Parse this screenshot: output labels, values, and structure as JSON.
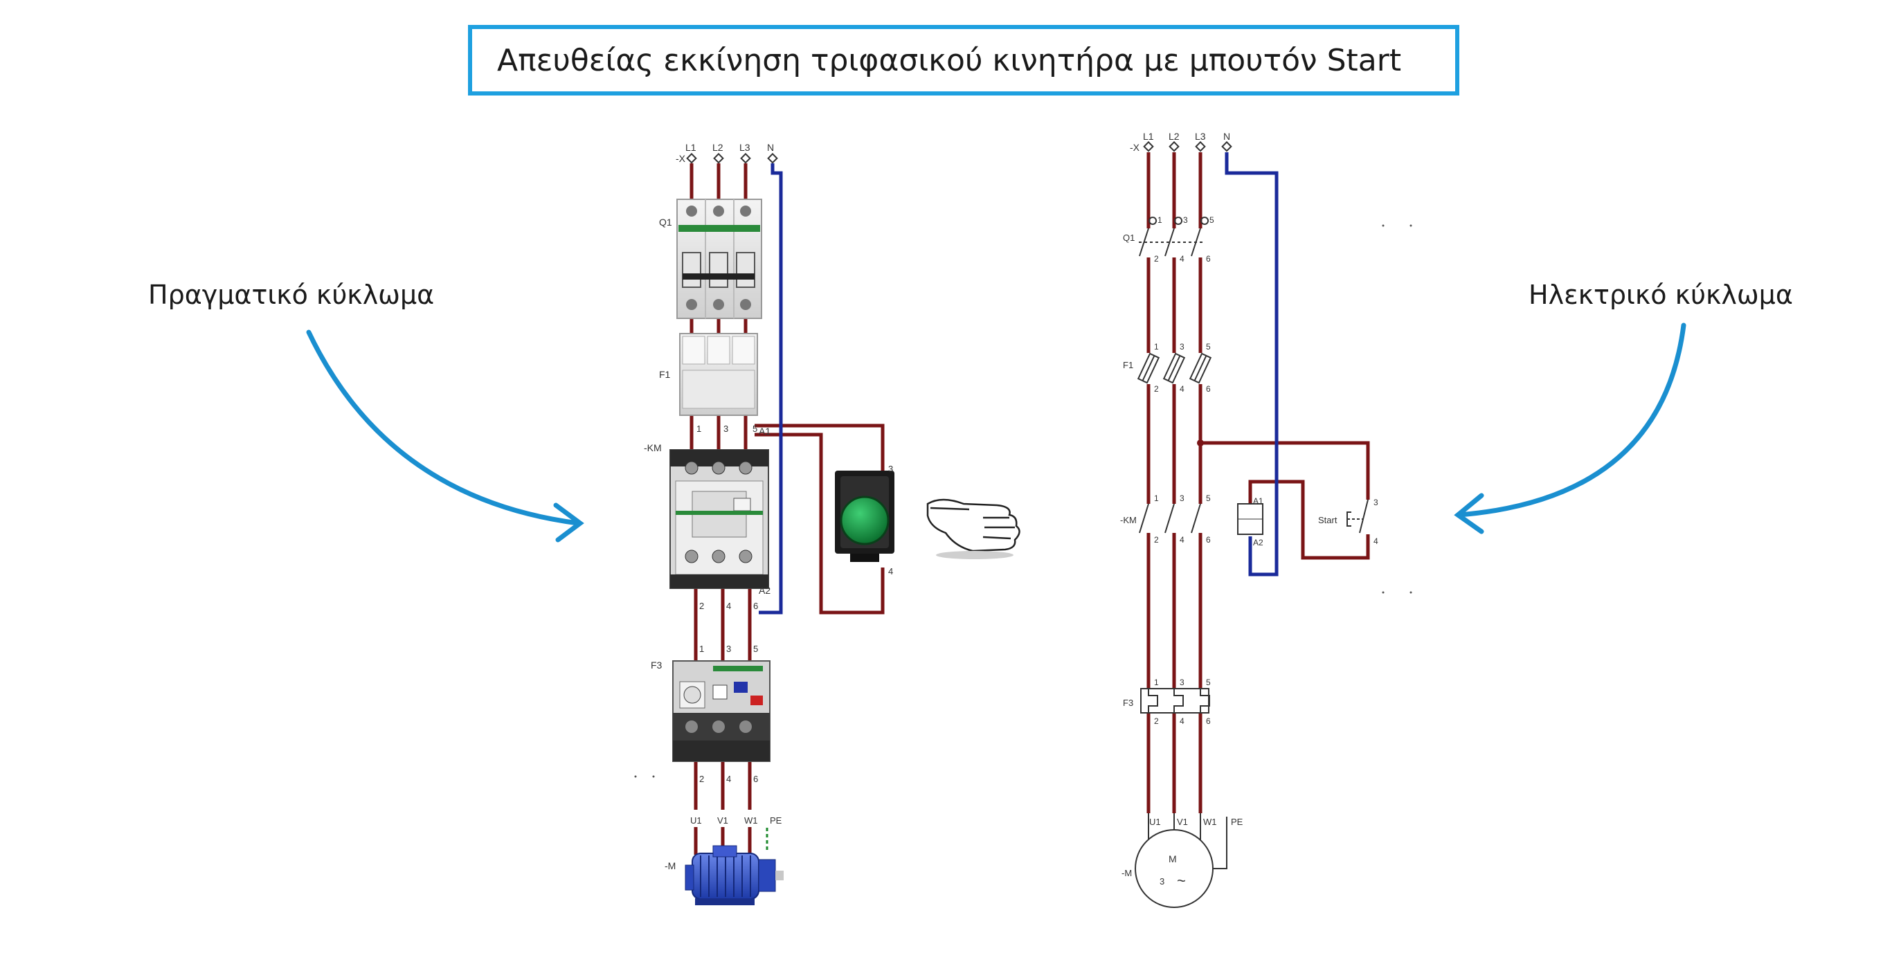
{
  "title": "Απευθείας εκκίνηση τριφασικού κινητήρα με μπουτόν Start",
  "left_label": "Πραγματικό κύκλωμα",
  "right_label": "Ηλεκτρικό κύκλωμα",
  "colors": {
    "title_border": "#1ea0e0",
    "arrow": "#1a8fd0",
    "phase_wire": "#7a1416",
    "neutral_wire": "#1a2a9a",
    "pe_wire": "#1e8a2e",
    "button_green": "#0f8a3a"
  },
  "real": {
    "terminal": "-X",
    "phases": [
      "L1",
      "L2",
      "L3",
      "N"
    ],
    "q1": "Q1",
    "f1": "F1",
    "km": "-KM",
    "km_top": [
      "1",
      "3",
      "5"
    ],
    "km_bottom": [
      "2",
      "4",
      "6"
    ],
    "a1": "A1",
    "a2": "A2",
    "button_top": "3",
    "button_bottom": "4",
    "f3": "F3",
    "f3_top": [
      "1",
      "3",
      "5"
    ],
    "f3_bottom": [
      "2",
      "4",
      "6"
    ],
    "motor_terminals": [
      "U1",
      "V1",
      "W1",
      "PE"
    ],
    "motor": "-M"
  },
  "schem": {
    "terminal": "-X",
    "phases": [
      "L1",
      "L2",
      "L3",
      "N"
    ],
    "q1": "Q1",
    "f1": "F1",
    "km": "-KM",
    "f3": "F3",
    "top_nums": [
      "1",
      "3",
      "5"
    ],
    "bottom_nums": [
      "2",
      "4",
      "6"
    ],
    "a1": "A1",
    "a2": "A2",
    "start": "Start",
    "start_top": "3",
    "start_bottom": "4",
    "motor_terminals": [
      "U1",
      "V1",
      "W1",
      "PE"
    ],
    "motor": "-M",
    "motor_letter": "M",
    "motor_phase": "3",
    "motor_symbol": "~"
  }
}
